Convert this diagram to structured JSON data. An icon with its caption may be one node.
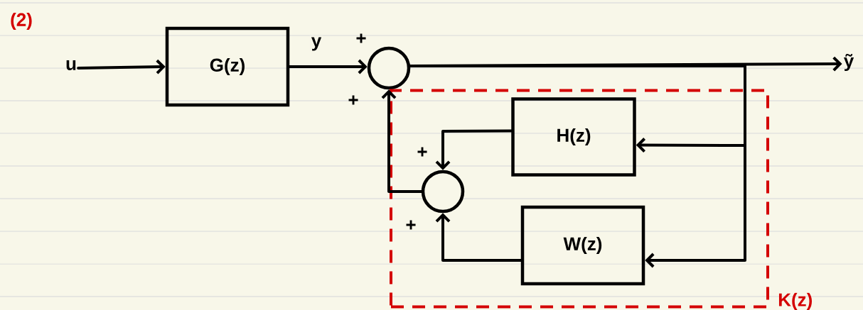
{
  "diagram": {
    "nodes": [
      {
        "text": [
          "u"
        ]
      },
      {
        "text": [
          "G(z)"
        ]
      },
      {
        "text": [],
        "shape": "circle"
      },
      {
        "text": [
          "ỹ"
        ]
      },
      {
        "text": [
          "K(z)"
        ]
      },
      {
        "text": [
          "H(z)"
        ],
        "in": 4
      },
      {
        "text": [],
        "shape": "circle",
        "in": 4
      },
      {
        "text": [
          "W(z)"
        ],
        "in": 4
      }
    ],
    "edges": [
      {
        "from": 0,
        "to": 1,
        "arrow": "to"
      },
      {
        "from": 1,
        "to": 2,
        "arrow": "to",
        "label": "y"
      },
      {
        "from": 2,
        "to": 3,
        "arrow": "to"
      },
      {
        "from": 2,
        "to": 5,
        "arrow": "to"
      },
      {
        "from": 2,
        "to": 7,
        "arrow": "to"
      },
      {
        "from": 5,
        "to": 6,
        "arrow": "to"
      },
      {
        "from": 7,
        "to": 6,
        "arrow": "to"
      },
      {
        "from": 6,
        "to": 2,
        "arrow": "to"
      }
    ],
    "labels": [
      "(2)",
      "+",
      "+",
      "+",
      "+"
    ]
  }
}
